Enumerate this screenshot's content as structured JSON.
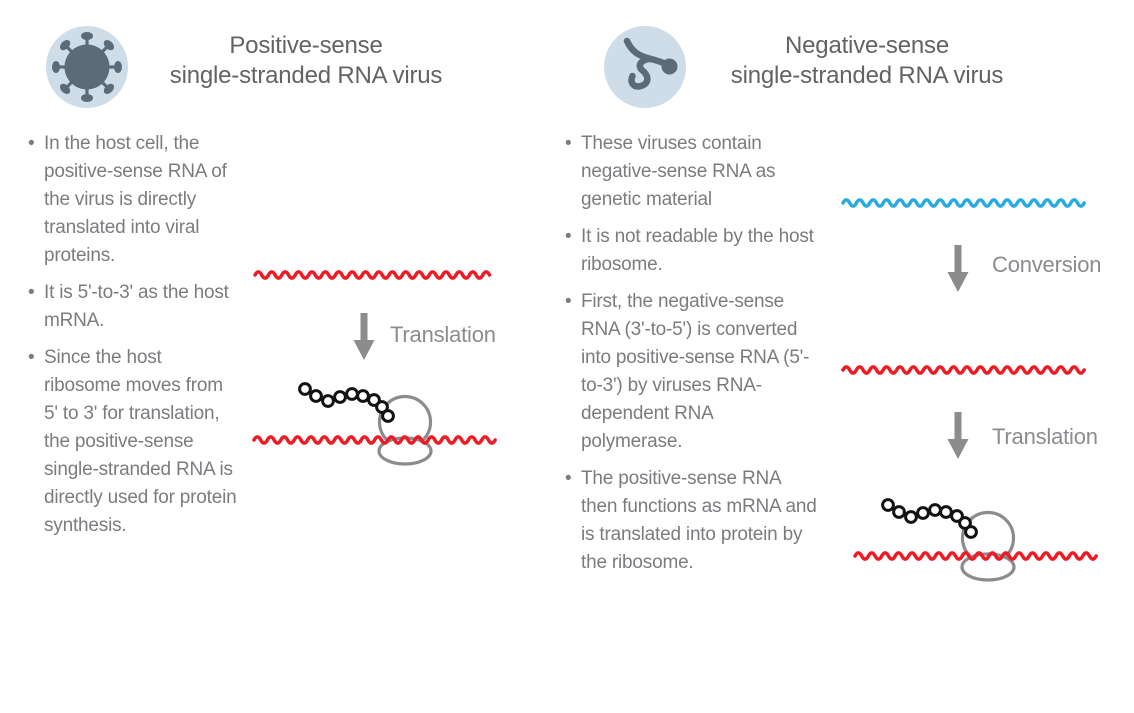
{
  "colors": {
    "background": "#ffffff",
    "title_text": "#626366",
    "body_text": "#7b7c80",
    "label_text": "#8a8c90",
    "arrow_gray": "#8a8c8e",
    "ribosome_gray": "#8a8c8e",
    "protein_chain_black": "#121212",
    "positive_rna_red": "#ee1b24",
    "negative_rna_blue": "#29abe2",
    "icon_bg": "#cfdde9",
    "icon_fg": "#5d6b77"
  },
  "left_panel": {
    "icon": "coronavirus-icon",
    "title_line1": "Positive-sense",
    "title_line2": "single-stranded RNA virus",
    "bullets": [
      "In the host cell, the positive-sense RNA of the virus is directly translated into viral proteins.",
      "It is 5'-to-3' as the host mRNA.",
      "Since the host ribosome moves from 5' to 3' for translation, the positive-sense single-stranded RNA is directly used for protein synthesis."
    ],
    "diagram": {
      "arrow_label": "Translation"
    }
  },
  "right_panel": {
    "icon": "filovirus-icon",
    "title_line1": "Negative-sense",
    "title_line2": "single-stranded RNA virus",
    "bullets": [
      "These viruses contain negative-sense RNA as genetic material",
      "It is not readable by the host ribosome.",
      "First, the negative-sense RNA (3'-to-5') is converted into positive-sense RNA (5'-to-3') by viruses RNA-dependent RNA polymerase.",
      "The positive-sense RNA then functions as mRNA and is translated into protein by the ribosome."
    ],
    "diagram": {
      "arrow1_label": "Conversion",
      "arrow2_label": "Translation"
    }
  }
}
